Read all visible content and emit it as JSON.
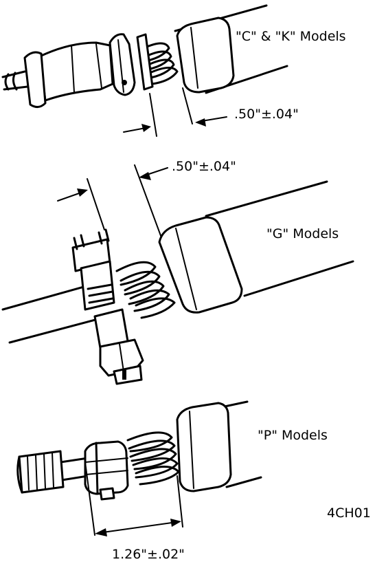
{
  "labels": {
    "ck_models": "\"C\" & \"K\" Models",
    "g_models": "\"G\" Models",
    "p_models": "\"P\" Models",
    "figure_code": "4CH01"
  },
  "dimensions": {
    "ck_gap": ".50\"±.04\"",
    "g_gap": ".50\"±.04\"",
    "p_length": "1.26\"±.02\""
  }
}
